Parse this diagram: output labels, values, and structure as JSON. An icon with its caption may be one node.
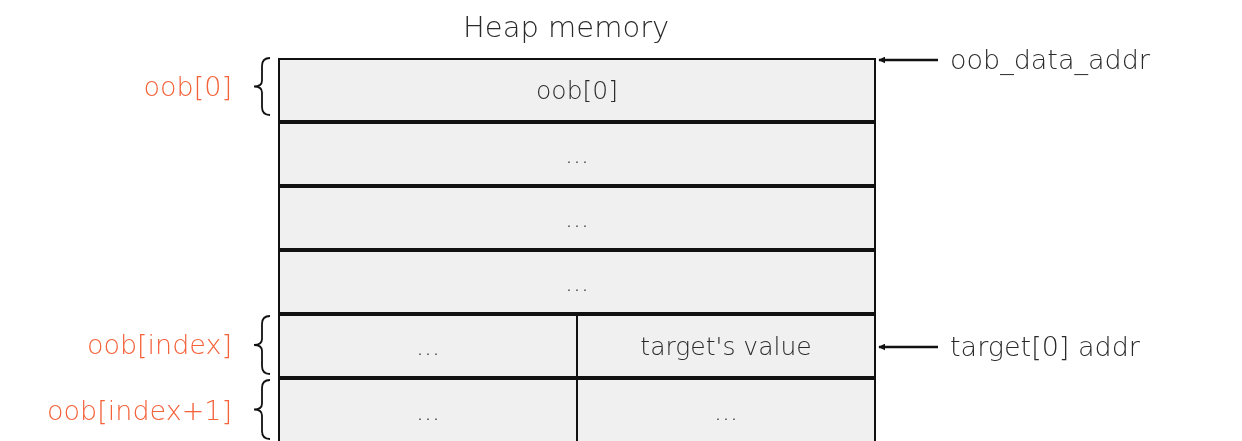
{
  "diagram": {
    "title": "Heap memory",
    "nodes": [
      {
        "text": [
          "oob[0]"
        ]
      },
      {
        "text": [
          "..."
        ]
      },
      {
        "text": [
          "..."
        ]
      },
      {
        "text": [
          "..."
        ]
      },
      {
        "text": [
          "..."
        ]
      },
      {
        "text": [
          "target's value"
        ]
      },
      {
        "text": [
          "..."
        ]
      },
      {
        "text": [
          "..."
        ]
      },
      {
        "text": [
          "oob_data_addr"
        ]
      },
      {
        "text": [
          "target[0] addr"
        ]
      }
    ],
    "edges": [
      {
        "from": 8,
        "to": 0,
        "arrow": "to"
      },
      {
        "from": 9,
        "to": 5,
        "arrow": "to"
      }
    ],
    "labels": [
      "oob[0]",
      "oob[index]",
      "oob[index+1]"
    ]
  }
}
